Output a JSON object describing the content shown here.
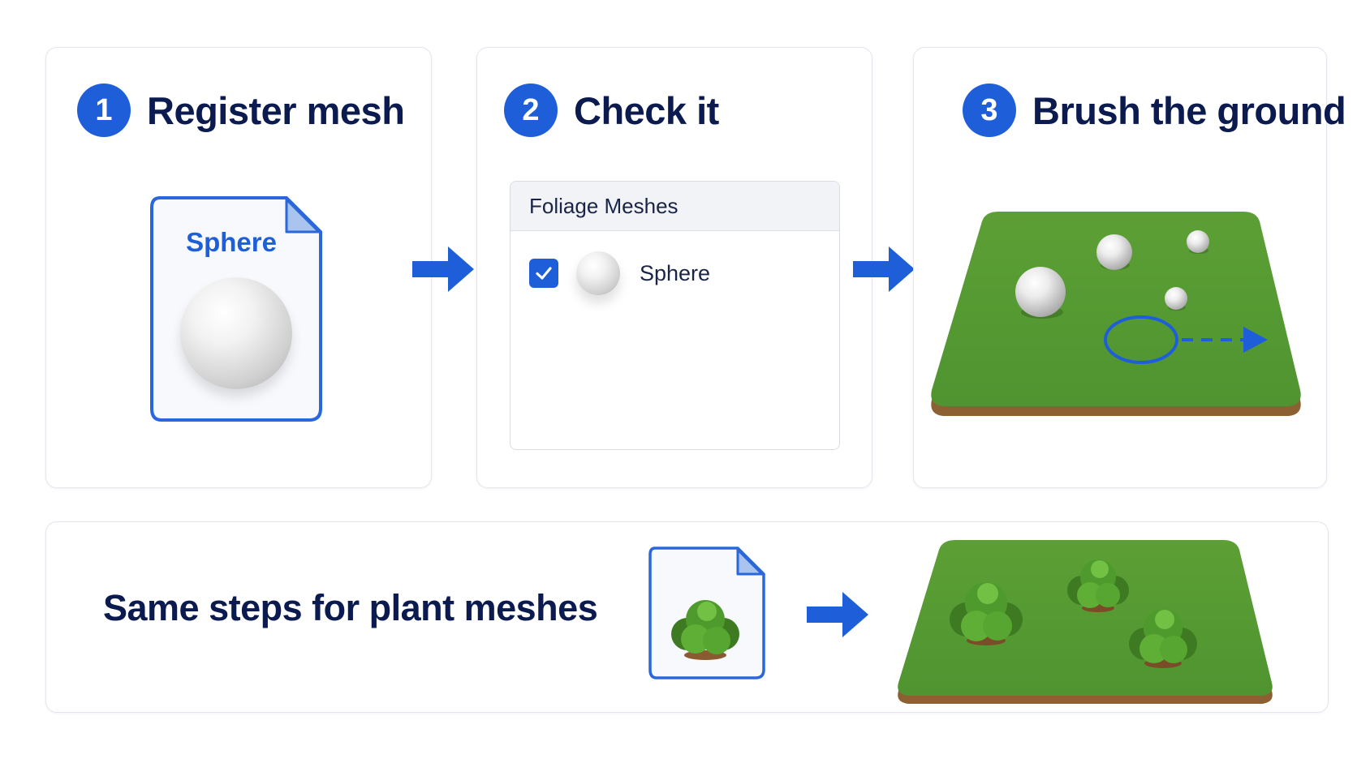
{
  "steps": [
    {
      "number": "1",
      "title": "Register mesh",
      "file_label": "Sphere"
    },
    {
      "number": "2",
      "title": "Check it",
      "panel_title": "Foliage Meshes",
      "item_label": "Sphere",
      "item_checked": true
    },
    {
      "number": "3",
      "title": "Brush the ground"
    }
  ],
  "bottom": {
    "text": "Same steps for plant meshes"
  },
  "colors": {
    "accent": "#1e5fd9",
    "title_text": "#0b1a4f",
    "grass": "#5aa33a",
    "soil": "#9a6b3f"
  },
  "icons": [
    "file-icon",
    "sphere-icon",
    "arrow-right-icon",
    "checkbox-checked-icon",
    "brush-circle-icon",
    "bush-icon"
  ]
}
